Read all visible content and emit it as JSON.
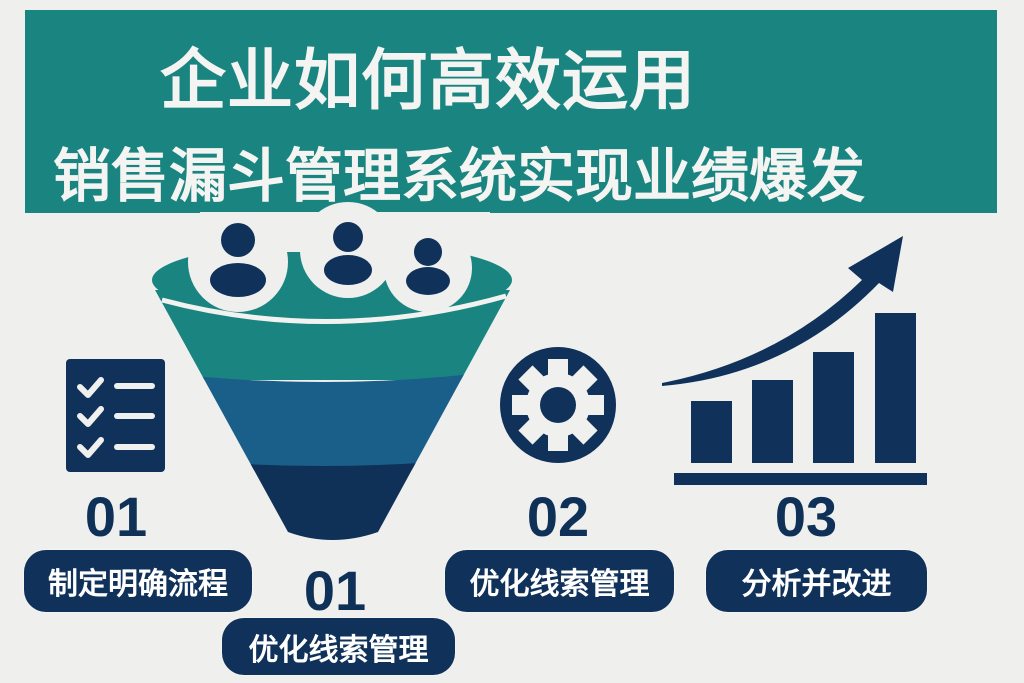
{
  "header": {
    "title_line_1": "企业如何高效运用",
    "title_line_2": "销售漏斗管理系统实现业绩爆发"
  },
  "colors": {
    "background": "#efefee",
    "banner": "#1a8580",
    "navy": "#10325a",
    "funnel_top": "#1a8580",
    "funnel_mid": "#1a5f8a",
    "funnel_bottom": "#0f3157"
  },
  "funnel": {
    "icon": "sales-funnel-with-people-icon",
    "people_count": 3,
    "layers": [
      "teal",
      "blue",
      "navy"
    ],
    "step_number": "01",
    "label": "优化线索管理"
  },
  "steps": [
    {
      "number": "01",
      "label": "制定明确流程",
      "icon": "checklist-icon"
    },
    {
      "number": "02",
      "label": "优化线索管理",
      "icon": "gear-icon"
    },
    {
      "number": "03",
      "label": "分析并改进",
      "icon": "growth-bar-chart-icon"
    }
  ],
  "growth_chart": {
    "bars": 4,
    "trend": "upward-arrow"
  }
}
